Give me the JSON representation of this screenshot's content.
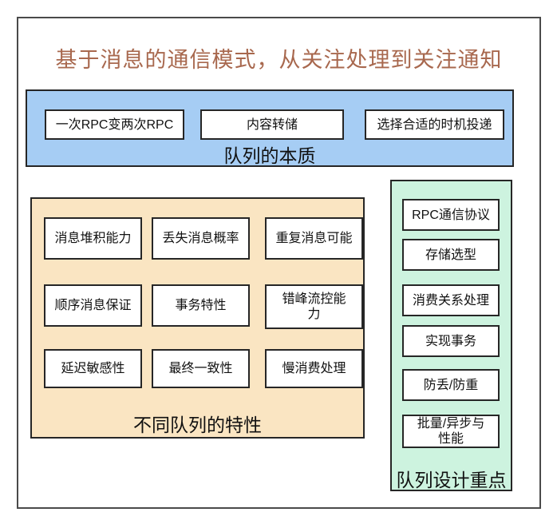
{
  "title": "基于消息的通信模式，从关注处理到关注通知",
  "colors": {
    "title_text": "#a8684e",
    "essence_panel": "#a6cdf4",
    "characteristics_panel": "#fae5c2",
    "design_focus_panel": "#cdf3df",
    "node_background": "#ffffff",
    "border": "#262626"
  },
  "essence": {
    "label": "队列的本质",
    "items": [
      "一次RPC变两次RPC",
      "内容转储",
      "选择合适的时机投递"
    ]
  },
  "characteristics": {
    "label": "不同队列的特性",
    "items": [
      "消息堆积能力",
      "丢失消息概率",
      "重复消息可能",
      "顺序消息保证",
      "事务特性",
      "错峰流控能\n力",
      "延迟敏感性",
      "最终一致性",
      "慢消费处理"
    ]
  },
  "design_focus": {
    "label": "队列设计重点",
    "items": [
      "RPC通信协议",
      "存储选型",
      "消费关系处理",
      "实现事务",
      "防丢/防重",
      "批量/异步与\n性能"
    ]
  }
}
